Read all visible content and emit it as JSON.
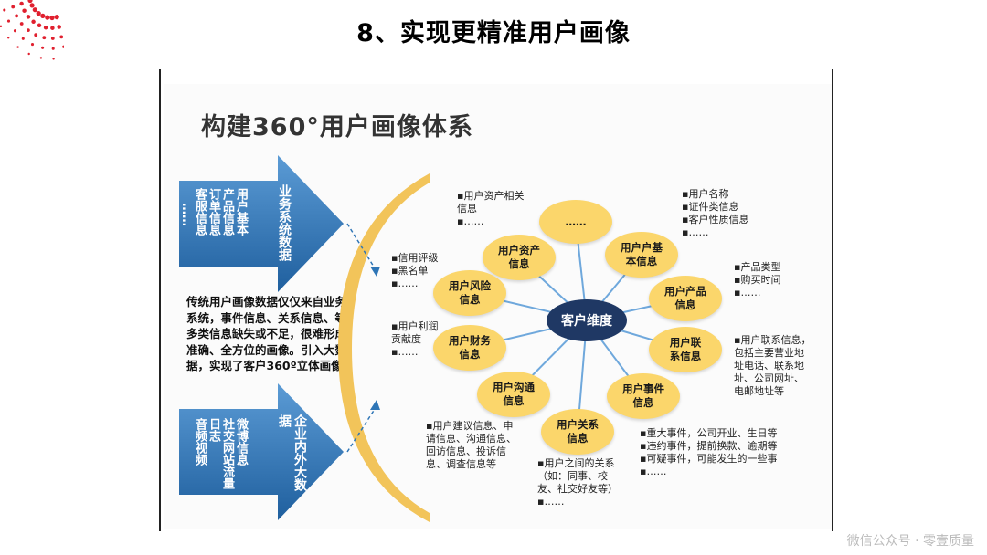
{
  "slide_title": "8、实现更精准用户画像",
  "sub_title": "构建360°用户画像体系",
  "arrow_top": {
    "label": "业务系统数据",
    "items": [
      "用户基本",
      "产品信息",
      "订单信息",
      "客服信息",
      "……"
    ]
  },
  "arrow_bottom": {
    "label": "企业内外大数据",
    "items": [
      "微博信息",
      "社交网站流量",
      "日志",
      "音频视频"
    ]
  },
  "description": "传统用户画像数据仅仅来自业务系统，事件信息、关系信息、等多类信息缺失或不足，很难形成准确、全方位的画像。引入大数据，实现了客户360º立体画像",
  "hub": "客户维度",
  "nodes": {
    "top": "……",
    "asset": "用户资产\n信息",
    "basic": "用户户基\n本信息",
    "risk": "用户风险\n信息",
    "product": "用户产品\n信息",
    "finance": "用户财务\n信息",
    "contact": "用户联\n系信息",
    "communication": "用户沟通\n信息",
    "event": "用户事件\n信息",
    "relation": "用户关系\n信息"
  },
  "annotations": {
    "asset": "▪用户资产相关\n  信息\n▪……",
    "basic": "▪用户名称\n▪证件类信息\n▪客户性质信息\n▪……",
    "risk": "▪信用评级\n▪黑名单\n▪……",
    "product": "▪产品类型\n▪购买时间\n▪……",
    "finance": "▪用户利润\n  贡献度\n▪……",
    "contact": "▪用户联系信息，\n  包括主要营业地\n  址电话、联系地\n  址、公司网址、\n  电邮地址等",
    "communication": "▪用户建议信息、申\n  请信息、沟通信息、\n  回访信息、投诉信\n  息、调查信息等",
    "relation": "▪用户之间的关系\n  （如：同事、校\n  友、社交好友等）\n▪……",
    "event": "▪重大事件，公司开业、生日等\n▪违约事件，提前换款、逾期等\n▪可疑事件，可能发生的一些事\n▪……"
  },
  "watermark": "微信公众号 · 零壹质量",
  "colors": {
    "arrow_blue": "#2e75b6",
    "node_yellow": "#fbd66b",
    "hub_navy": "#1f3864",
    "bracket": "#f2c45a",
    "deco_red": "#e0202f"
  }
}
